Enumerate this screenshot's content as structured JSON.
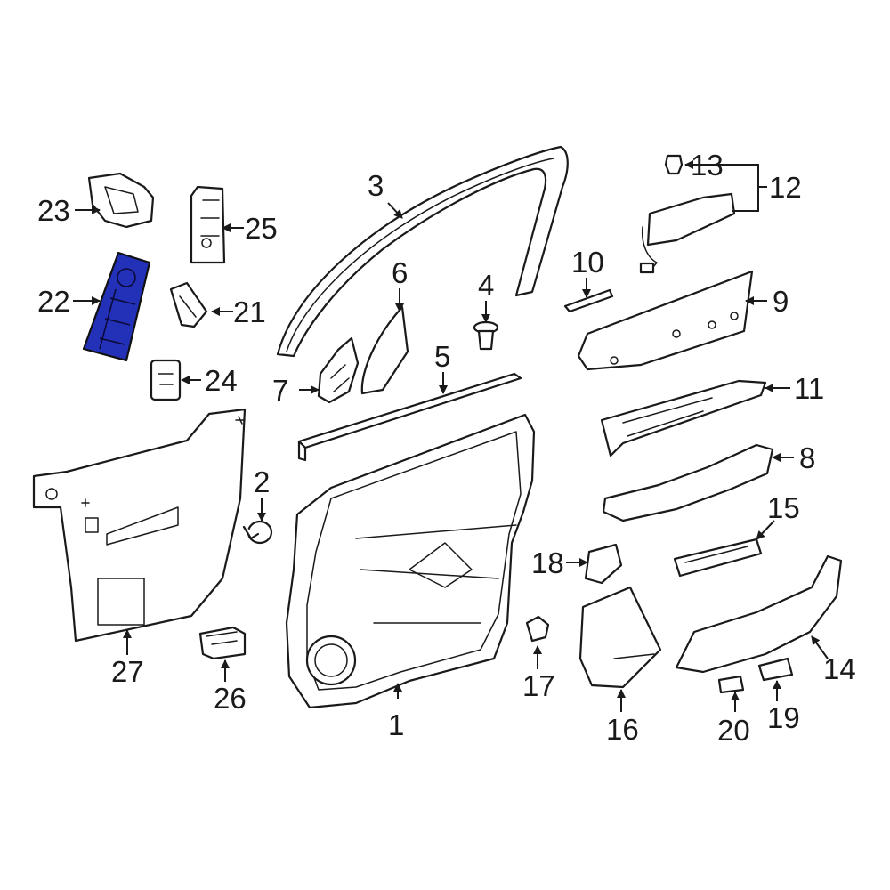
{
  "highlight_color": "#2330b8",
  "callouts": {
    "c1": "1",
    "c2": "2",
    "c3": "3",
    "c4": "4",
    "c5": "5",
    "c6": "6",
    "c7": "7",
    "c8": "8",
    "c9": "9",
    "c10": "10",
    "c11": "11",
    "c12": "12",
    "c13": "13",
    "c14": "14",
    "c15": "15",
    "c16": "16",
    "c17": "17",
    "c18": "18",
    "c19": "19",
    "c20": "20",
    "c21": "21",
    "c22": "22",
    "c23": "23",
    "c24": "24",
    "c25": "25",
    "c26": "26",
    "c27": "27"
  },
  "highlighted_part": "22"
}
